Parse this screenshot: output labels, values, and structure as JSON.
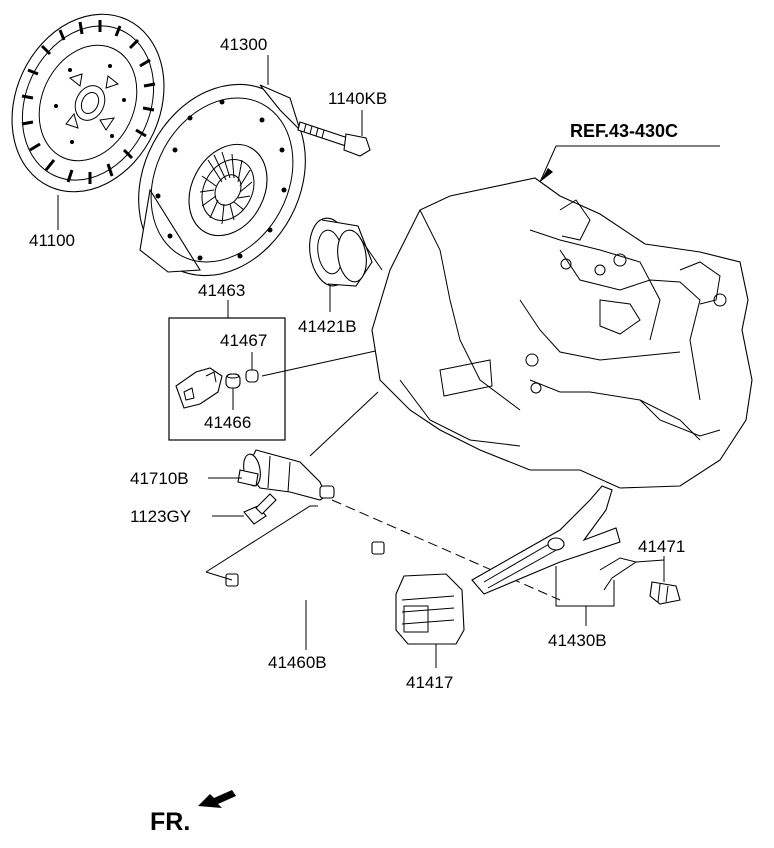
{
  "diagram": {
    "ref_label": "REF.43-430C",
    "front_label": "FR.",
    "parts": [
      {
        "id": "41100",
        "label": "41100"
      },
      {
        "id": "41300",
        "label": "41300"
      },
      {
        "id": "1140KB",
        "label": "1140KB"
      },
      {
        "id": "41421B",
        "label": "41421B"
      },
      {
        "id": "41463",
        "label": "41463"
      },
      {
        "id": "41467",
        "label": "41467"
      },
      {
        "id": "41466",
        "label": "41466"
      },
      {
        "id": "41710B",
        "label": "41710B"
      },
      {
        "id": "1123GY",
        "label": "1123GY"
      },
      {
        "id": "41460B",
        "label": "41460B"
      },
      {
        "id": "41417",
        "label": "41417"
      },
      {
        "id": "41430B",
        "label": "41430B"
      },
      {
        "id": "41471",
        "label": "41471"
      }
    ]
  }
}
